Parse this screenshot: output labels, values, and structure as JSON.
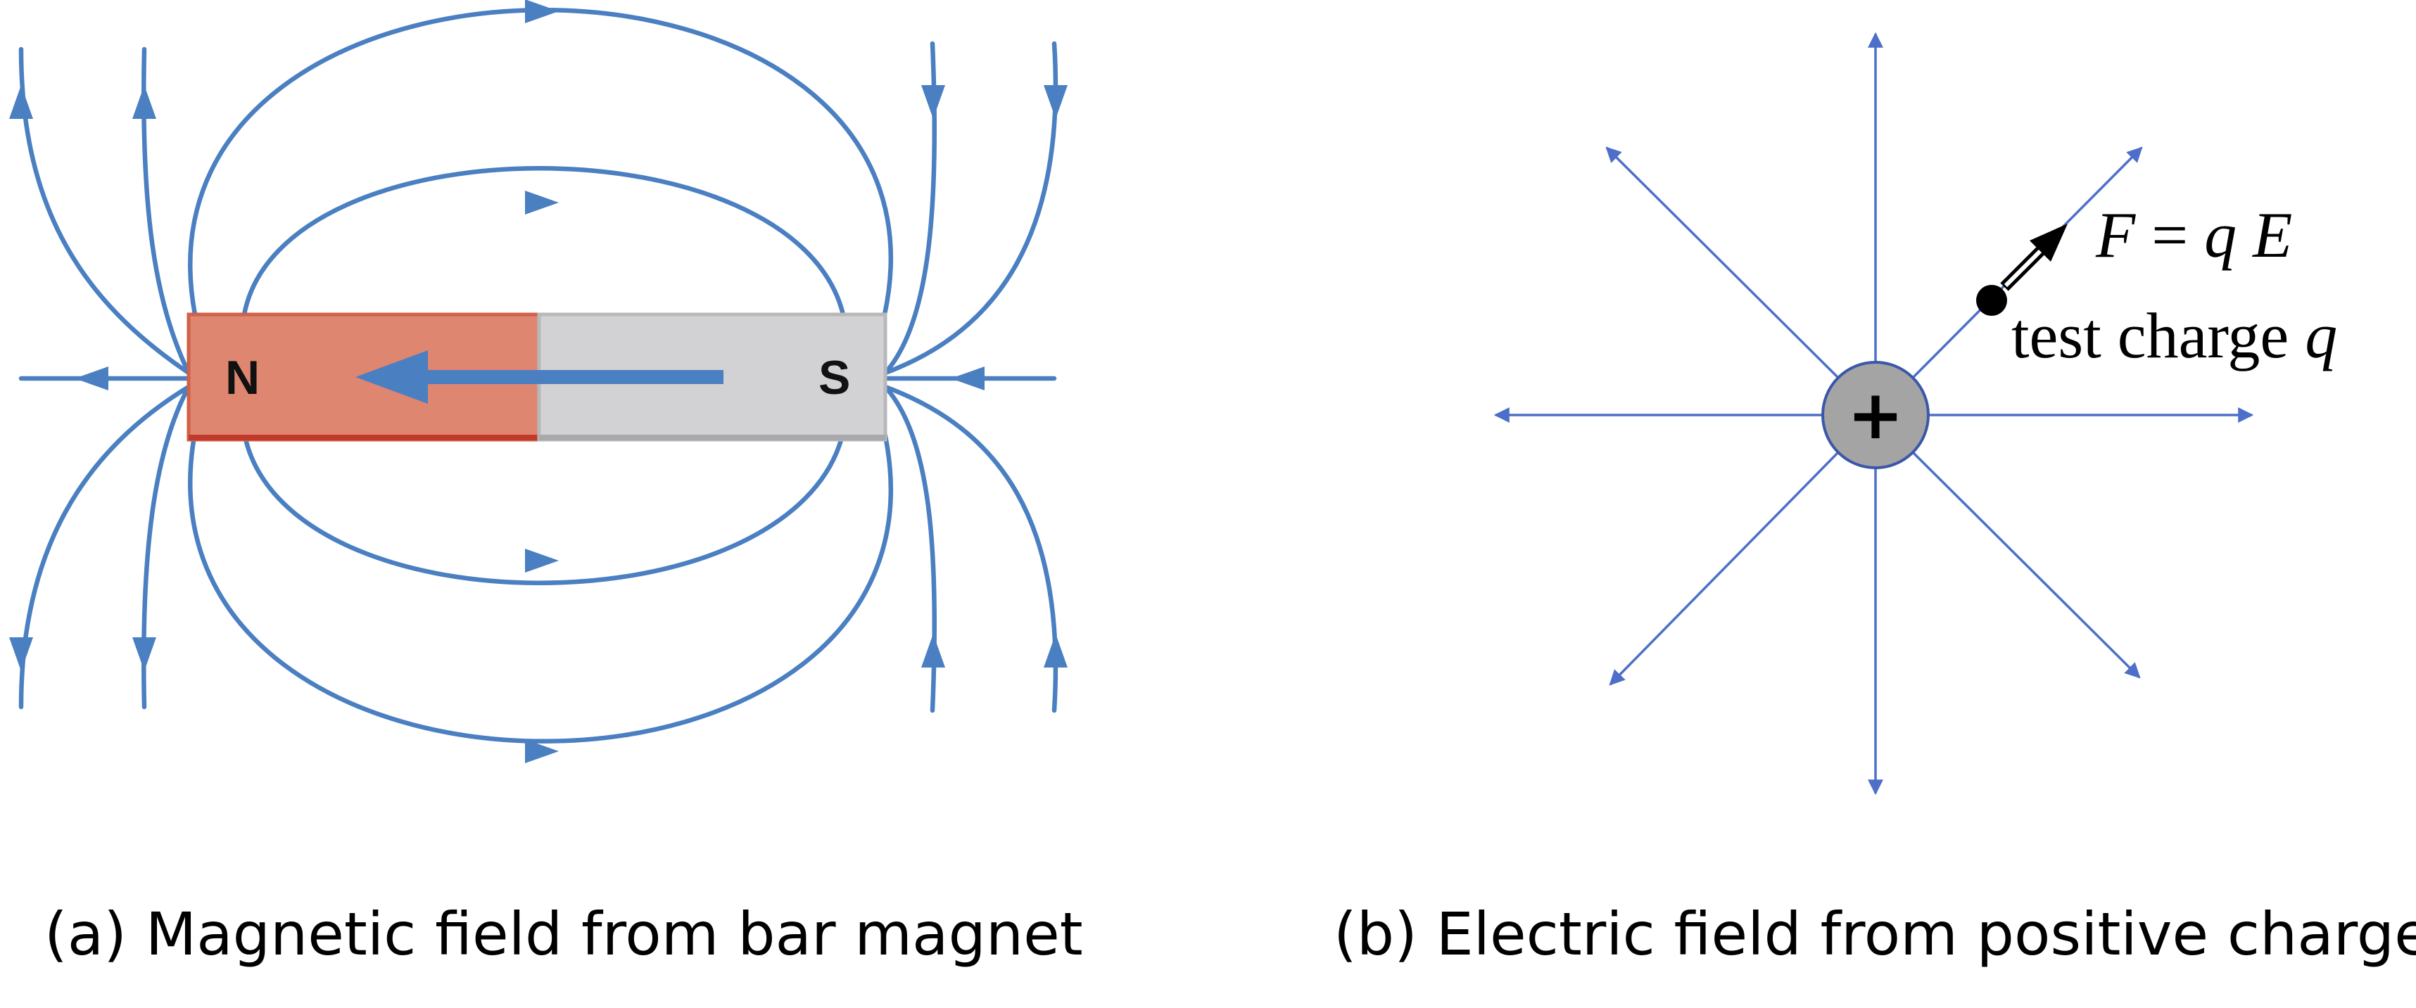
{
  "colors": {
    "field_line_blue": "#4a7fc1",
    "ray_blue": "#4d6fc9",
    "north_pole": "#de8670",
    "north_edge": "#c0392b",
    "south_pole": "#d2d2d4",
    "south_edge": "#a9a9ab",
    "charge_fill": "#a4a4a4",
    "charge_stroke": "#3b57a8"
  },
  "panel_a": {
    "caption": "(a) Magnetic field from bar magnet",
    "north_label": "N",
    "south_label": "S",
    "icons": {
      "magnet": "bar-magnet-icon",
      "field_arrow": "arrowhead-icon"
    }
  },
  "panel_b": {
    "caption": "(b) Electric field from positive charge",
    "charge_symbol": "+",
    "formula": {
      "lhs": "F",
      "equals": " = ",
      "q": "q",
      "space": " ",
      "rhs": "E"
    },
    "test_label": {
      "text": "test charge ",
      "q": "q"
    },
    "icons": {
      "charge": "positive-charge-icon",
      "test_charge": "test-charge-dot-icon",
      "force": "force-arrow-icon"
    }
  }
}
